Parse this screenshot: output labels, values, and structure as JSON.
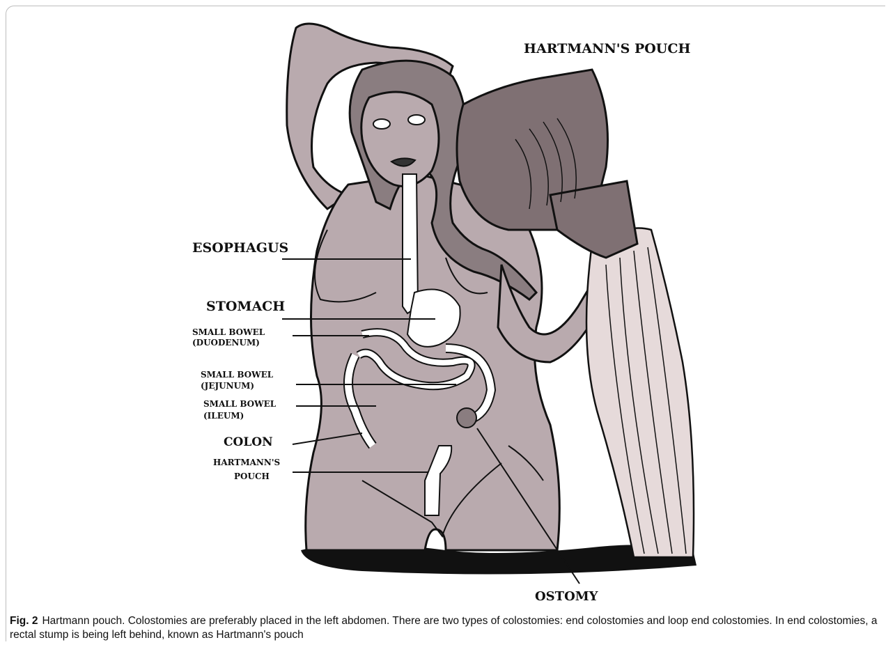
{
  "figure": {
    "title": "HARTMANN'S POUCH",
    "labels": {
      "esophagus": "ESOPHAGUS",
      "stomach": "STOMACH",
      "duodenum_line1": "SMALL BOWEL",
      "duodenum_line2": "(DUODENUM)",
      "jejunum_line1": "SMALL BOWEL",
      "jejunum_line2": "(JEJUNUM)",
      "ileum_line1": "SMALL BOWEL",
      "ileum_line2": "(ILEUM)",
      "colon": "COLON",
      "pouch_line1": "HARTMANN'S",
      "pouch_line2": "POUCH",
      "ostomy": "OSTOMY"
    },
    "colors": {
      "body": "#b9aaae",
      "hair": "#8a7d80",
      "jug": "#7f7073",
      "water": "#e6dada",
      "outline": "#111111"
    }
  },
  "caption": {
    "figure_number": "Fig. 2",
    "text": "Hartmann pouch. Colostomies are preferably placed in the left abdomen. There are two types of colostomies: end colostomies and loop end colostomies. In end colostomies, a rectal stump is being left behind, known as Hartmann's pouch"
  }
}
